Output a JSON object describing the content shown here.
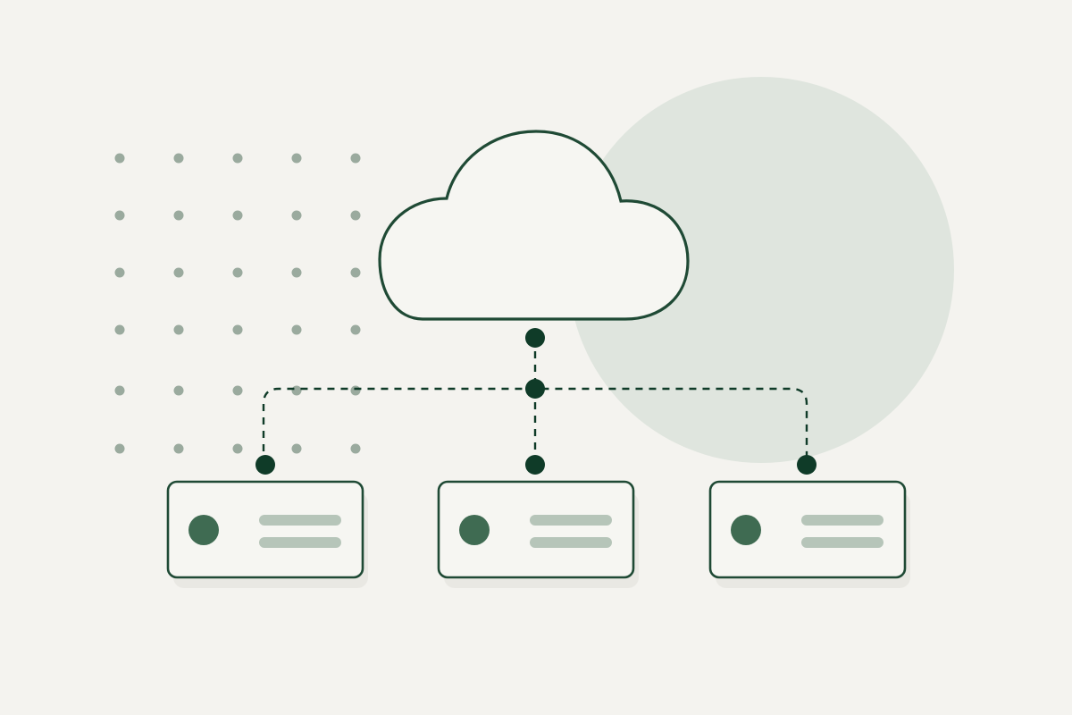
{
  "colors": {
    "background": "#f4f3ef",
    "backdrop_circle": "#dfe5de",
    "dot_grid": "#9aaa9e",
    "stroke_dark": "#1f4a35",
    "node_dark": "#0f3b28",
    "card_fill": "#f6f6f2",
    "avatar": "#3f6b52",
    "text_line": "#b6c5b9",
    "shadow": "#e9e8e3"
  },
  "diagram": {
    "hub": {
      "name": "cloud",
      "icon": "cloud-icon"
    },
    "link_style": "dashed",
    "server_count": 3,
    "servers": [
      {
        "name": "server-left",
        "icon": "server-icon",
        "text_lines": 2
      },
      {
        "name": "server-center",
        "icon": "server-icon",
        "text_lines": 2
      },
      {
        "name": "server-right",
        "icon": "server-icon",
        "text_lines": 2
      }
    ]
  }
}
